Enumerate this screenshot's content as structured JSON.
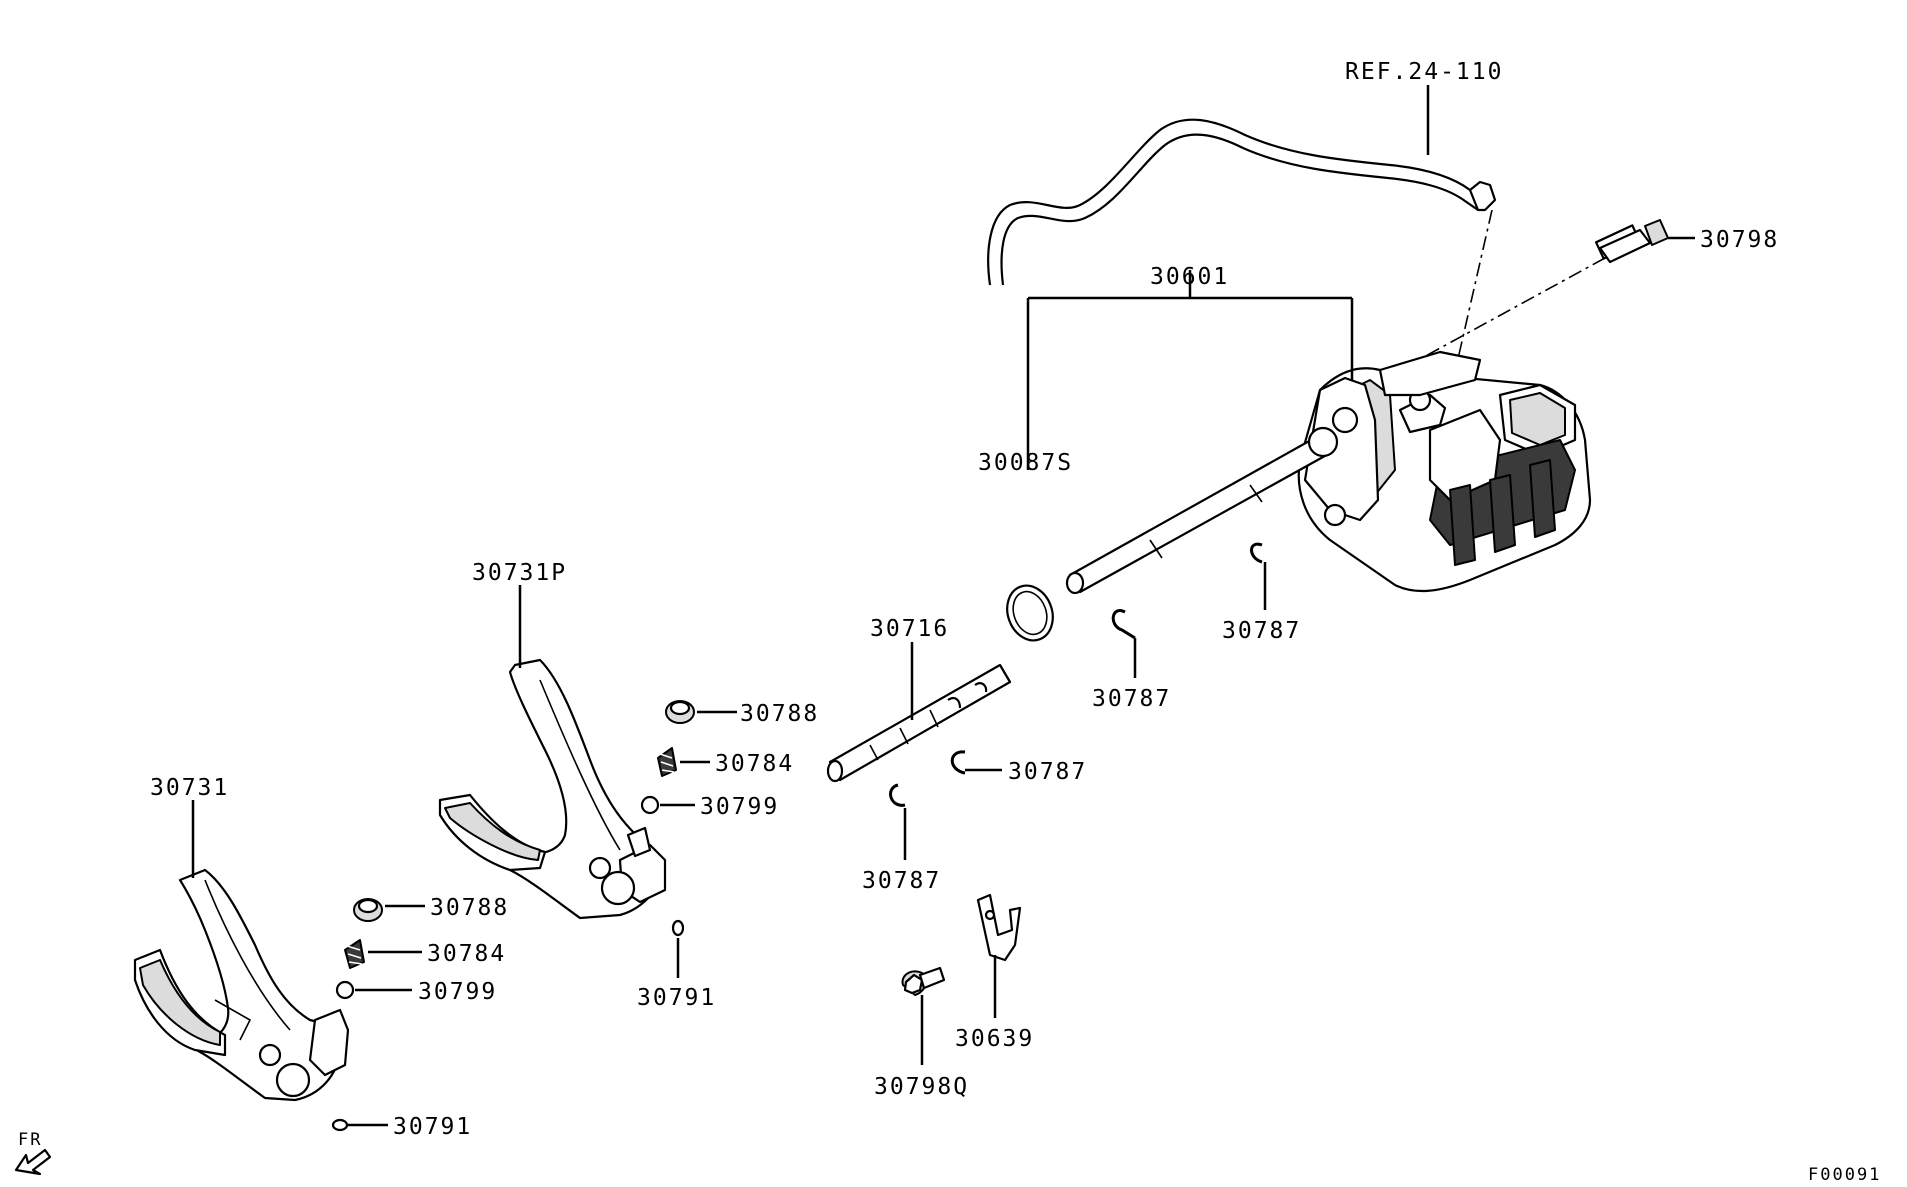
{
  "diagram": {
    "drawing_code": "F00091",
    "direction_marker": "FR",
    "callouts": {
      "ref_harness": "REF.24-110",
      "bolt_top": "30798",
      "shift_assembly": "30601",
      "o_ring": "30087S",
      "clip_upper_right": "30787",
      "clip_upper_left": "30787",
      "clip_mid": "30787",
      "clip_lower": "30787",
      "shift_rail": "30716",
      "fork_upper": "30731P",
      "fork_lower": "30731",
      "plug_upper": "30788",
      "spring_upper": "30784",
      "ball_upper": "30799",
      "pin_upper": "30791",
      "plug_lower": "30788",
      "spring_lower": "30784",
      "ball_lower": "30799",
      "pin_lower": "30791",
      "bracket": "30639",
      "bolt_bottom": "30798Q"
    }
  }
}
